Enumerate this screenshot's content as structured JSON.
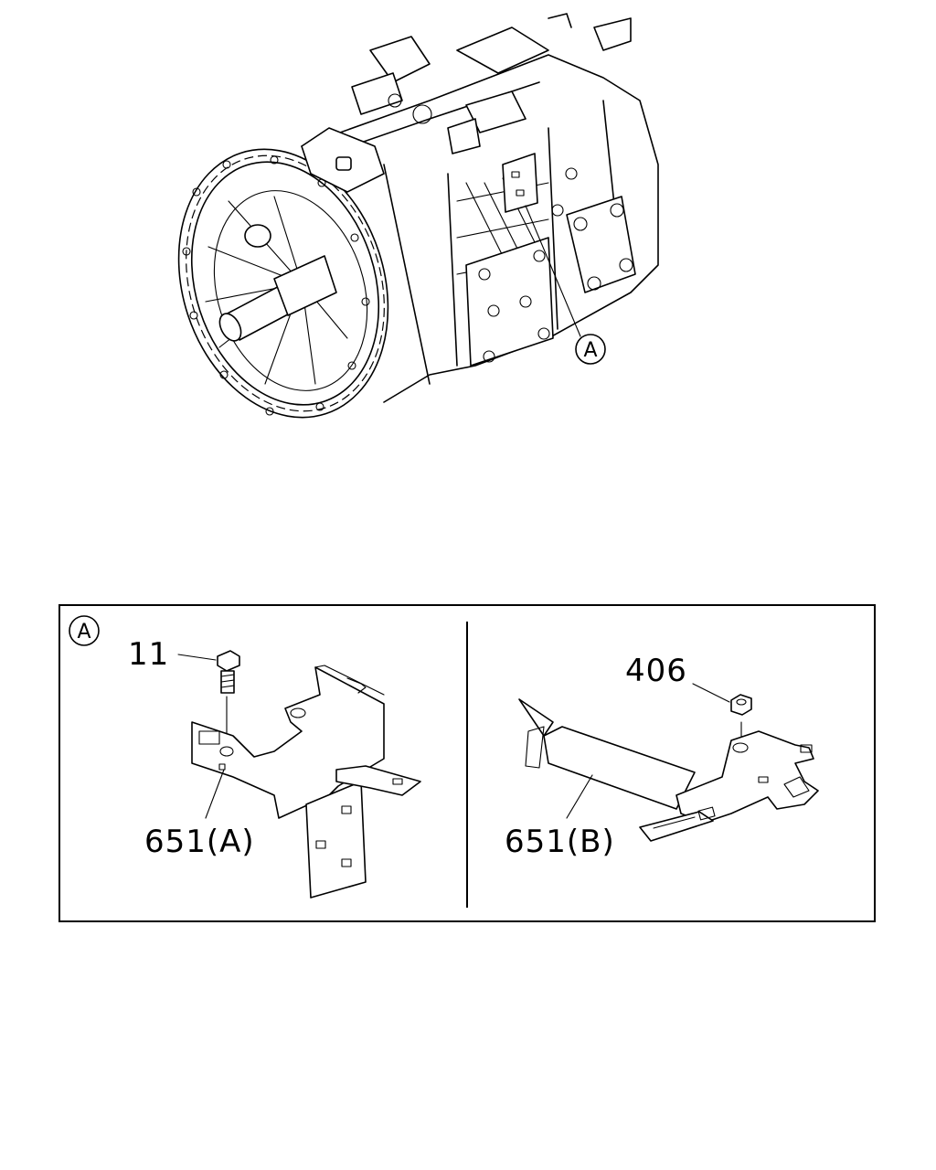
{
  "callouts": {
    "main_view": "A",
    "detail_box": "A"
  },
  "parts": {
    "bolt": "11",
    "bracket_a": "651(A)",
    "nut": "406",
    "bracket_b": "651(B)"
  }
}
